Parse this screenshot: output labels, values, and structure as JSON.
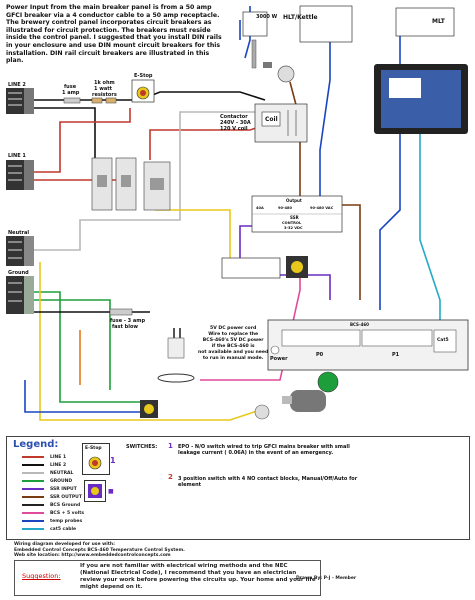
{
  "intro": {
    "text": "Power Input from the main breaker panel is from a 50 amp GFCI breaker via a 4 conductor cable to a 50 amp receptacle. The brewery control panel incorporates circuit breakers as illustrated for circuit protection. The breakers must reside inside the control panel. I suggested that you install DIN rails in your enclosure and use DIN mount circuit breakers for this installation. DIN rail circuit breakers are illustrated in this plan."
  },
  "labels": {
    "element_watts": "3000 W",
    "element_name": "HLT/Kettle",
    "mlt": "MLT",
    "line2": "LINE 2",
    "line1": "LINE 1",
    "neutral": "Neutral",
    "ground": "Ground",
    "fuse1_a": "fuse",
    "fuse1_b": "1 amp",
    "resistors_a": "1k ohm",
    "resistors_b": "1 watt",
    "resistors_c": "resistors",
    "estop": "E-Stop",
    "contactor_a": "Contactor",
    "contactor_b": "240V - 30A",
    "contactor_c": "120 V coil",
    "coil": "Coil",
    "ssr_output": "Output",
    "ssr_load_a": "40A",
    "ssr_load_b": "90-480",
    "ssr_load_c": "90-480 VAC",
    "ssr": "SSR",
    "ssr_control_a": "CONTROL",
    "ssr_control_b": "3-32 VDC",
    "fuse2_a": "fuse - 3 amp",
    "fuse2_b": "fast blow",
    "psu_text": "5V DC power cord\nWire to replace the\nBCS-460's 5V DC power\nif the BCS-460 is\nnot available and you need\nto run in manual mode.",
    "bcs": "BCS-460",
    "power": "Power",
    "p0": "P0",
    "p1": "P1",
    "cat5": "Cat5"
  },
  "legend": {
    "title": "Legend:",
    "items": [
      {
        "label": "LINE 1",
        "color": "#c0392b"
      },
      {
        "label": "LINE 2",
        "color": "#111111"
      },
      {
        "label": "NEUTRAL",
        "color": "#b8b8b8"
      },
      {
        "label": "GROUND",
        "color": "#1e9e3a"
      },
      {
        "label": "SSR INPUT",
        "color": "#6a2cc0"
      },
      {
        "label": "SSR OUTPUT",
        "color": "#7a3b10"
      },
      {
        "label": "BCS Ground",
        "color": "#222222"
      },
      {
        "label": "BCS + 5 volts",
        "color": "#e04a9a"
      },
      {
        "label": "temp probes",
        "color": "#1a45c0"
      },
      {
        "label": "cat5 cable",
        "color": "#24a8c8"
      }
    ],
    "estop": "E-Stop",
    "switches_label": "SWITCHES:",
    "num1": "1",
    "num2": "2",
    "sw1_text": "EPO - N/O switch wired to trip GFCI mains breaker with small leakage current ( 0.06A) in the event of an emergency.",
    "sw2_text": "3 position switch with 4 NO contact blocks, Manual/Off/Auto for element",
    "footnote_1": "Wiring diagram developed for use with:",
    "footnote_2": "Embedded Control Concepts BCS-460 Temperature Control System.",
    "footnote_3": "Web site location: http://www.embeddedcontrolconcepts.com",
    "suggestion_label": "Suggestion:",
    "suggestion_text": "If you are not familiar with electrical wiring methods and the NEC (National Electrical Code), I recommend that you have an electrician review your work before powering the circuits up. Your home and your life might depend on it.",
    "drawn_by": "Drawn By: P-J - Member"
  },
  "colors": {
    "line1": "#c0392b",
    "line2": "#111111",
    "neutral": "#b8b8b8",
    "ground": "#1e9e3a",
    "ssr_input": "#6a2cc0",
    "ssr_output": "#7a3b10",
    "bcs5v": "#e04a9a",
    "probes": "#1a45c0",
    "cat5": "#24a8c8",
    "yellow": "#e8c81a",
    "legend_title": "#2a4fb0",
    "suggestion": "#cc0000"
  },
  "icons": [
    "estop-button-icon",
    "selector-switch-icon",
    "touchscreen-monitor-icon",
    "heating-element-icon",
    "pump-icon",
    "power-supply-icon"
  ]
}
